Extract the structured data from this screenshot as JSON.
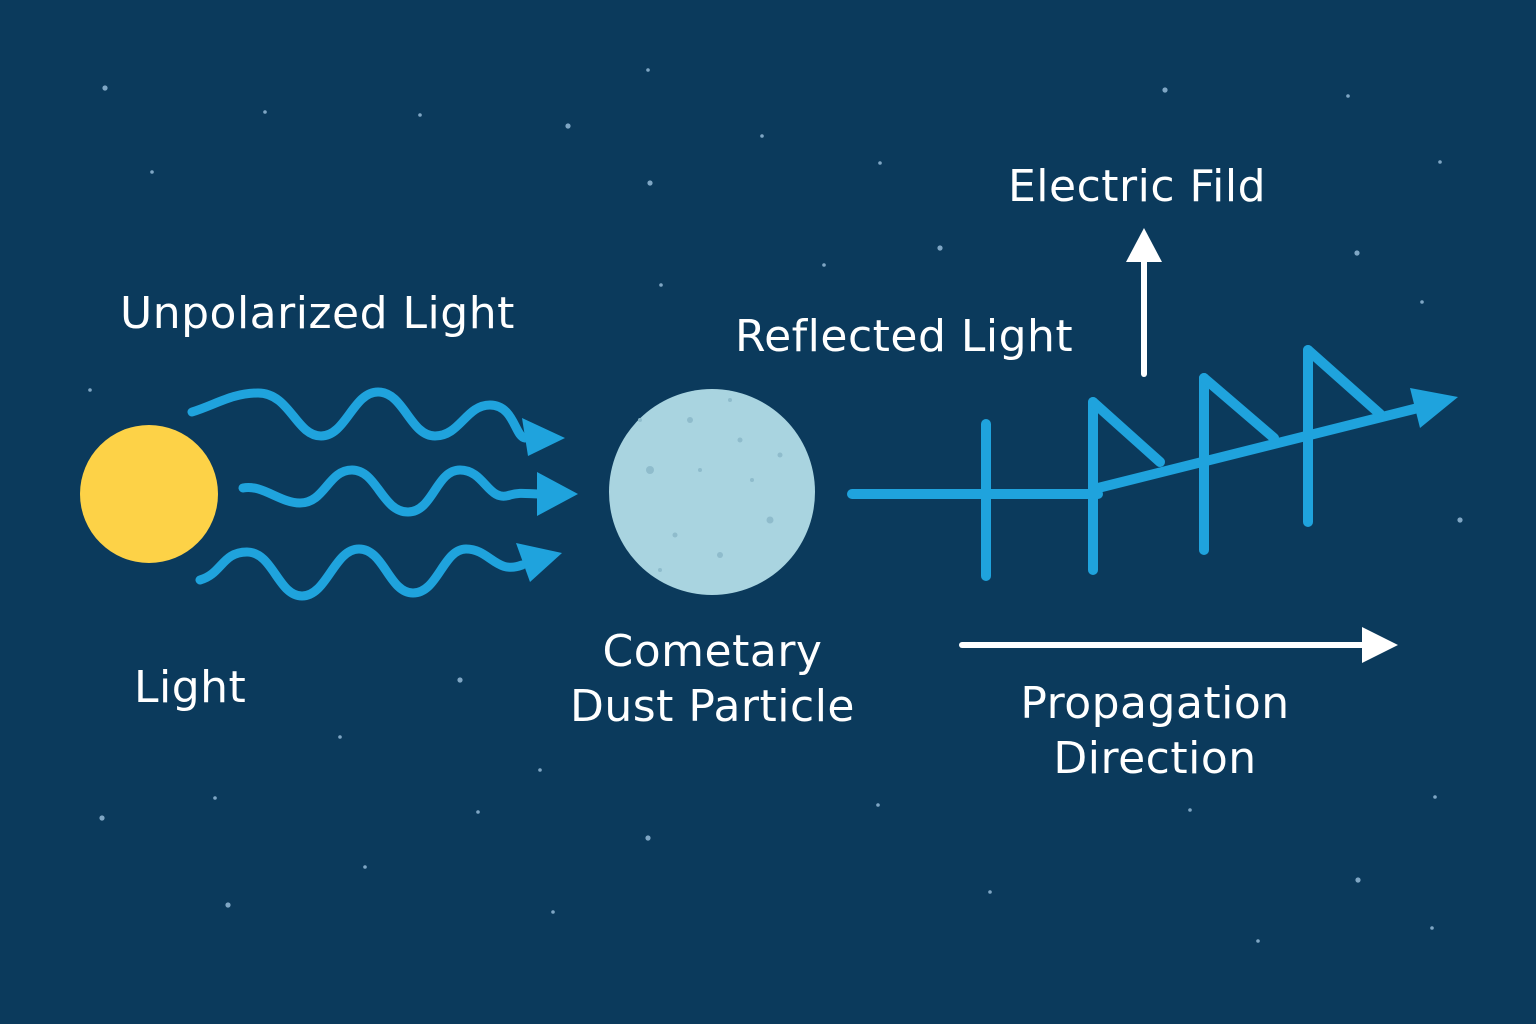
{
  "labels": {
    "unpolarized_light": "Unpolarized Light",
    "light": "Light",
    "reflected_light": "Reflected Light",
    "electric_field": "Electric Fild",
    "dust_line1": "Cometary",
    "dust_line2": "Dust Particle",
    "prop_line1": "Propagation",
    "prop_line2": "Direction"
  },
  "colors": {
    "background": "#0b3a5c",
    "sun": "#fdd247",
    "wave": "#1fa3dd",
    "particle": "#a9d4e0",
    "text": "#ffffff"
  },
  "icons": {
    "sun": "sun-icon",
    "particle": "dust-particle-icon"
  }
}
